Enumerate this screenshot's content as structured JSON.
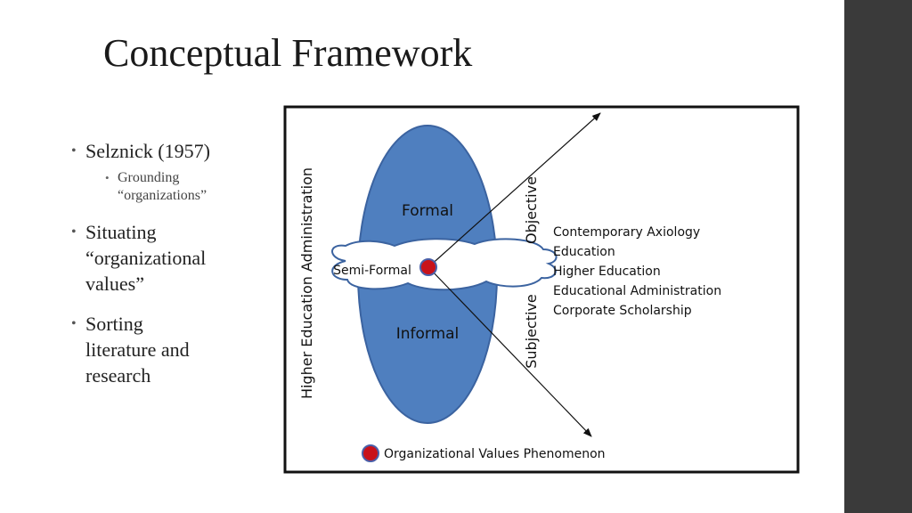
{
  "slide": {
    "title": "Conceptual Framework"
  },
  "bullets": [
    {
      "text": "Selznick (1957)",
      "sub": [
        "Grounding",
        "“organizations”"
      ]
    },
    {
      "text_lines": [
        "Situating",
        "“organizational",
        "values”"
      ]
    },
    {
      "text_lines": [
        "Sorting",
        "literature and",
        "research"
      ]
    }
  ],
  "diagram": {
    "vertical_axis_label": "Higher Education Administration",
    "ellipse_top_label": "Formal",
    "ellipse_bottom_label": "Informal",
    "cloud_label": "Semi-Formal",
    "arrow_up_label": "Objective",
    "arrow_down_label": "Subjective",
    "fields": [
      "Contemporary Axiology",
      "Education",
      "Higher Education",
      "Educational Administration",
      "Corporate Scholarship"
    ],
    "legend_label": "Organizational Values Phenomenon",
    "colors": {
      "ellipse_fill": "#4f7fbf",
      "ellipse_stroke": "#3b63a0",
      "marker": "#c8121a",
      "marker_ring": "#4a5fa8"
    }
  }
}
